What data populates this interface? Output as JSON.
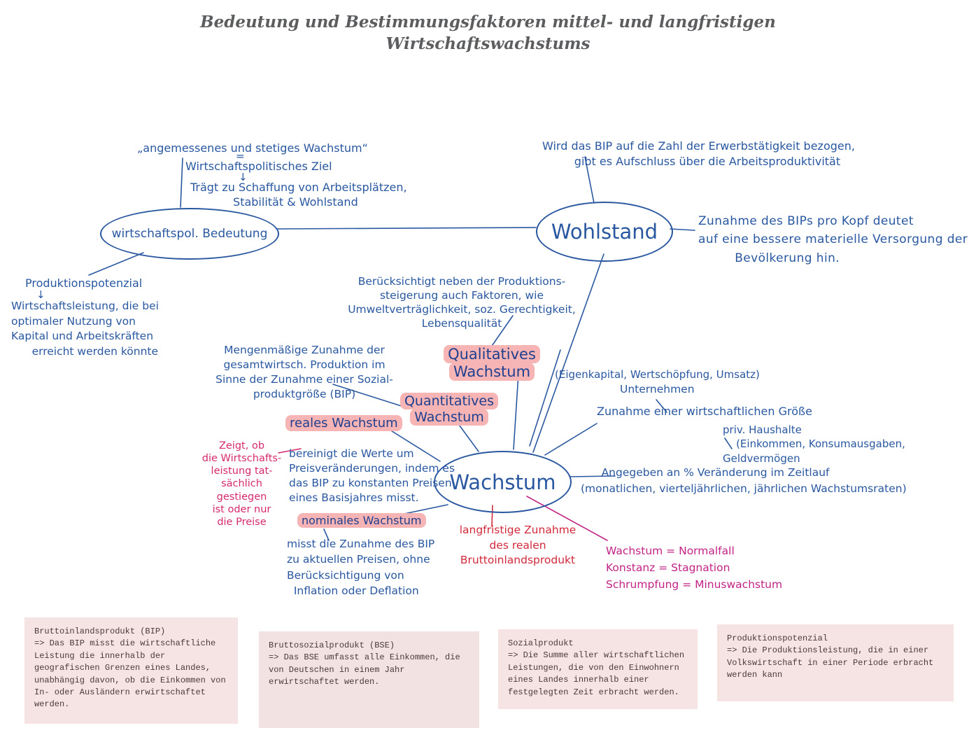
{
  "title": "Bedeutung und Bestimmungsfaktoren mittel- und langfristigen\nWirtschaftswachstums",
  "nodes": {
    "bedeutung": "wirtschaftspol. Bedeutung",
    "wohlstand": "Wohlstand",
    "wachstum": "Wachstum"
  },
  "labels": {
    "qualitatives": "Qualitatives\nWachstum",
    "quantitatives": "Quantitatives\nWachstum",
    "reales": "reales Wachstum",
    "nominales": "nominales Wachstum"
  },
  "annotations": {
    "quote": "„angemessenes und stetiges Wachstum“",
    "equals": "=",
    "ziel": "Wirtschaftspolitisches Ziel",
    "arrow_down": "↓",
    "traegt": "Trägt zu Schaffung von Arbeitsplätzen,\n            Stabilität & Wohlstand",
    "produktionspotenzial_title": "Produktionspotenzial",
    "produktionspotenzial_body": "Wirtschaftsleistung, die bei\noptimaler Nutzung von\nKapital und Arbeitskräften\n      erreicht werden könnte",
    "wird_bip": "Wird das BIP auf die Zahl der Erwerbstätigkeit bezogen,\n         gibt es Aufschluss über die Arbeitsproduktivität",
    "zunahme_bips": "Zunahme des BIPs pro Kopf deutet\nauf eine bessere materielle Versorgung der\n         Bevölkerung hin.",
    "beruecksichtigt": "Berücksichtigt neben der Produktions-\nsteigerung auch Faktoren, wie\nUmweltverträglichkeit, soz. Gerechtigkeit,\nLebensqualität",
    "mengen": "Mengenmäßige Zunahme der\ngesamtwirtsch. Produktion im\nSinne der Zunahme einer Sozial-\nproduktgröße (BIP)",
    "eigenkapital": "(Eigenkapital, Wertschöpfung, Umsatz)",
    "unternehmen": "Unternehmen",
    "zunahme_groesse": "Zunahme einer wirtschaftlichen Größe",
    "priv_haushalte": "priv. Haushalte\n    (Einkommen, Konsumausgaben, Geldvermögen",
    "zeigt": "Zeigt, ob\ndie Wirtschafts-\nleistung tat-\nsächlich gestiegen\nist oder nur\ndie Preise",
    "bereinigt": "bereinigt die Werte um\nPreisveränderungen, indem es\ndas BIP zu konstanten Preisen\neines Basisjahres misst.",
    "angegeben": "      Angegeben an % Veränderung im Zeitlauf\n(monatlichen, vierteljährlichen, jährlichen Wachstumsraten)",
    "misst": "misst die Zunahme des BIP\nzu aktuellen Preisen, ohne\nBerücksichtigung von\n  Inflation oder Deflation",
    "langfristig": "langfristige Zunahme\ndes realen\nBruttoinlandsprodukt",
    "faelle": "Wachstum = Normalfall\nKonstanz = Stagnation\nSchrumpfung = Minuswachstum"
  },
  "boxes": [
    {
      "title": "Bruttoinlandsprodukt (BIP)",
      "body": "=> Das BIP misst die wirtschaftliche Leistung die innerhalb der geografischen Grenzen eines Landes, unabhängig davon, ob die Einkommen von In- oder Ausländern erwirtschaftet werden."
    },
    {
      "title": "Bruttosozialprodukt (BSE)",
      "body": "=> Das BSE umfasst alle Einkommen, die von Deutschen in einem Jahr erwirtschaftet werden."
    },
    {
      "title": "Sozialprodukt",
      "body": "=> Die Summe aller wirtschaftlichen Leistungen, die von den Einwohnern eines Landes innerhalb einer festgelegten Zeit erbracht werden."
    },
    {
      "title": "Produktionspotenzial",
      "body": "=> Die Produktionsleistung, die in einer Volkswirtschaft in einer Periode erbracht werden kann"
    }
  ],
  "colors": {
    "ink_blue": "#2a58a0",
    "highlight_pink": "#f6b4b4",
    "accent_red": "#d2293b",
    "accent_magenta": "#c22486",
    "accent_pink_red": "#d62a6e",
    "title_gray": "#5c5d5f",
    "box_background": "#f6e3e3"
  }
}
